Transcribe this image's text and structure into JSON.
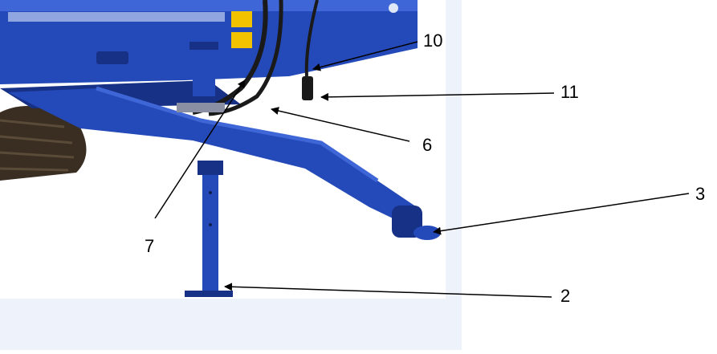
{
  "figure": {
    "colors": {
      "frame_blue": "#2449b8",
      "frame_dark": "#163186",
      "frame_light": "#3f66d6",
      "backdrop": "#eef2fb",
      "tire": "#3a2e22",
      "hose": "#1a1a1a",
      "warning_yellow": "#f2c200"
    },
    "callouts": [
      {
        "id": "10",
        "label": "10"
      },
      {
        "id": "11",
        "label": "11"
      },
      {
        "id": "6",
        "label": "6"
      },
      {
        "id": "3",
        "label": "3"
      },
      {
        "id": "7",
        "label": "7"
      },
      {
        "id": "2",
        "label": "2"
      }
    ]
  }
}
